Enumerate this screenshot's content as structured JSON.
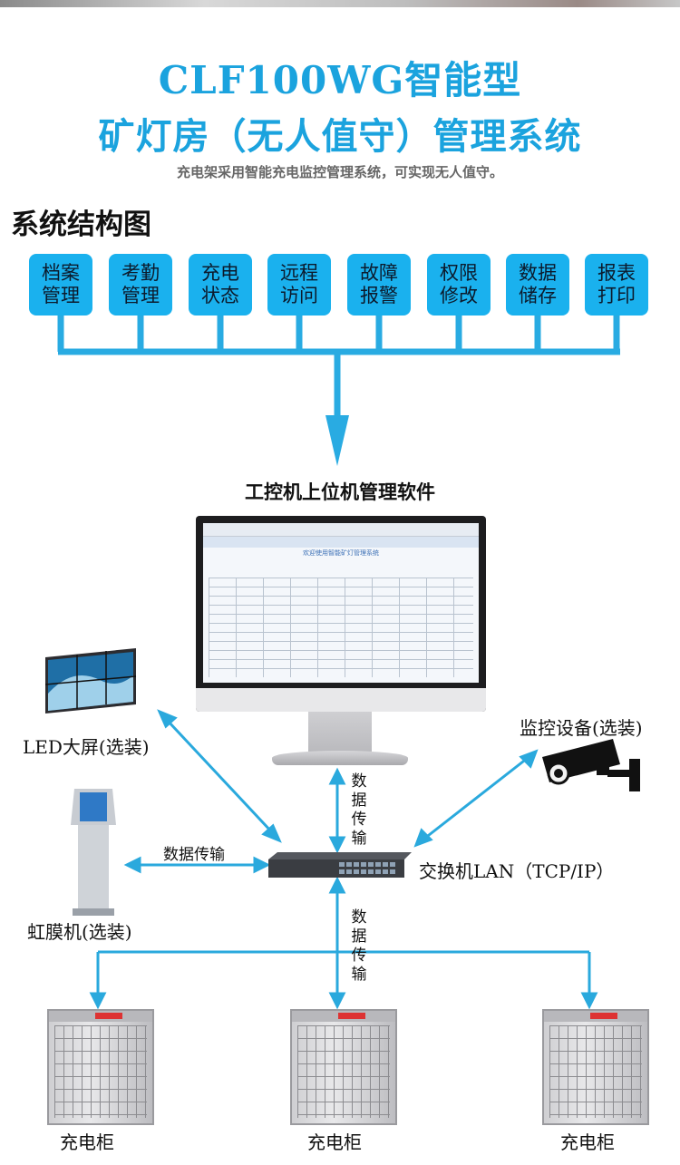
{
  "title": {
    "line1": "CLF100WG智能型",
    "line2": "矿灯房（无人值守）管理系统",
    "subtitle": "充电架采用智能充电监控管理系统，可实现无人值守。"
  },
  "section_title": "系统结构图",
  "function_boxes": [
    {
      "line1": "档案",
      "line2": "管理"
    },
    {
      "line1": "考勤",
      "line2": "管理"
    },
    {
      "line1": "充电",
      "line2": "状态"
    },
    {
      "line1": "远程",
      "line2": "访问"
    },
    {
      "line1": "故障",
      "line2": "报警"
    },
    {
      "line1": "权限",
      "line2": "修改"
    },
    {
      "line1": "数据",
      "line2": "储存"
    },
    {
      "line1": "报表",
      "line2": "打印"
    }
  ],
  "software_label": "工控机上位机管理软件",
  "screen_header": "欢迎使用智能矿灯管理系统",
  "nodes": {
    "led": "LED大屏(选装)",
    "camera": "监控设备(选装)",
    "iris": "虹膜机(选装)",
    "switch": "交换机LAN（TCP/IP）",
    "cabinet": "充电柜"
  },
  "links": {
    "data_transfer_h": "数据传输",
    "data_transfer_v": [
      "数",
      "据",
      "传",
      "输"
    ]
  },
  "colors": {
    "accent": "#1ba3de",
    "box": "#1ab1ee",
    "connector": "#29abe2"
  }
}
